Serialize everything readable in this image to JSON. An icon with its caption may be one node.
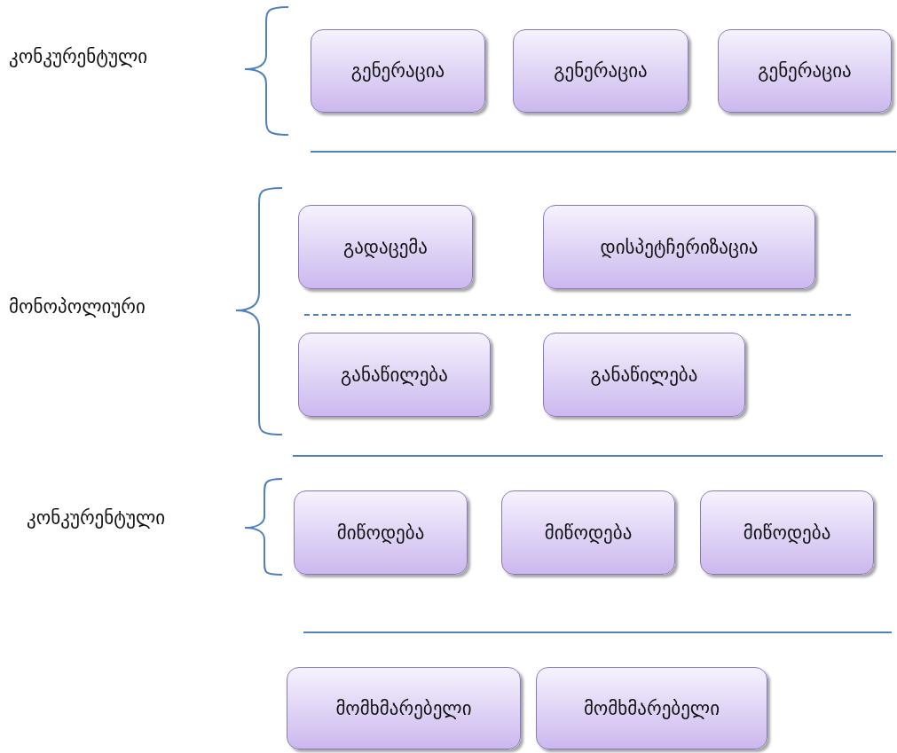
{
  "diagram": {
    "nodes": [
      {
        "text": [
          "გენერაცია"
        ]
      },
      {
        "text": [
          "გენერაცია"
        ]
      },
      {
        "text": [
          "გენერაცია"
        ]
      },
      {
        "text": [
          "გადაცემა"
        ]
      },
      {
        "text": [
          "დისპეტჩერიზაცია"
        ]
      },
      {
        "text": [
          "განაწილება"
        ]
      },
      {
        "text": [
          "განაწილება"
        ]
      },
      {
        "text": [
          "მიწოდება"
        ]
      },
      {
        "text": [
          "მიწოდება"
        ]
      },
      {
        "text": [
          "მიწოდება"
        ]
      },
      {
        "text": [
          "მომხმარებელი"
        ]
      },
      {
        "text": [
          "მომხმარებელი"
        ]
      }
    ],
    "edges": [],
    "labels": [
      "კონკურენტული",
      "მონოპოლიური",
      "კონკურენტული"
    ]
  }
}
